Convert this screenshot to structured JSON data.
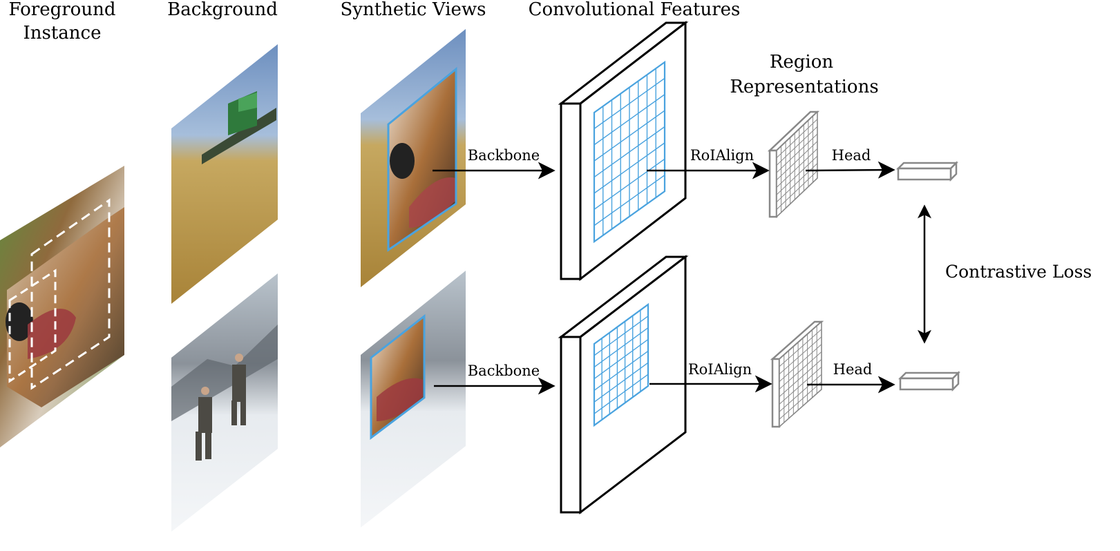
{
  "headers": {
    "foreground_line1": "Foreground",
    "foreground_line2": "Instance",
    "background": "Background",
    "synthetic": "Synthetic Views",
    "conv": "Convolutional Features",
    "region_line1": "Region",
    "region_line2": "Representations"
  },
  "labels": {
    "backbone_top": "Backbone",
    "backbone_bottom": "Backbone",
    "roialign_top": "RoIAlign",
    "roialign_bottom": "RoIAlign",
    "head_top": "Head",
    "head_bottom": "Head",
    "contrastive_loss": "Contrastive Loss"
  },
  "images": {
    "foreground": "dog-photo",
    "background_top": "wheat-field-combine-harvester-photo",
    "background_bottom": "snowy-mountain-skiers-photo",
    "synthetic_top": "dog-pasted-on-wheat-field",
    "synthetic_bottom": "dog-pasted-on-snow-scene"
  },
  "colors": {
    "roi_box": "#4aa3df",
    "crop_box": "#ffffff",
    "feature_frame": "#000000",
    "region_grid": "#888888",
    "arrow": "#000000"
  }
}
